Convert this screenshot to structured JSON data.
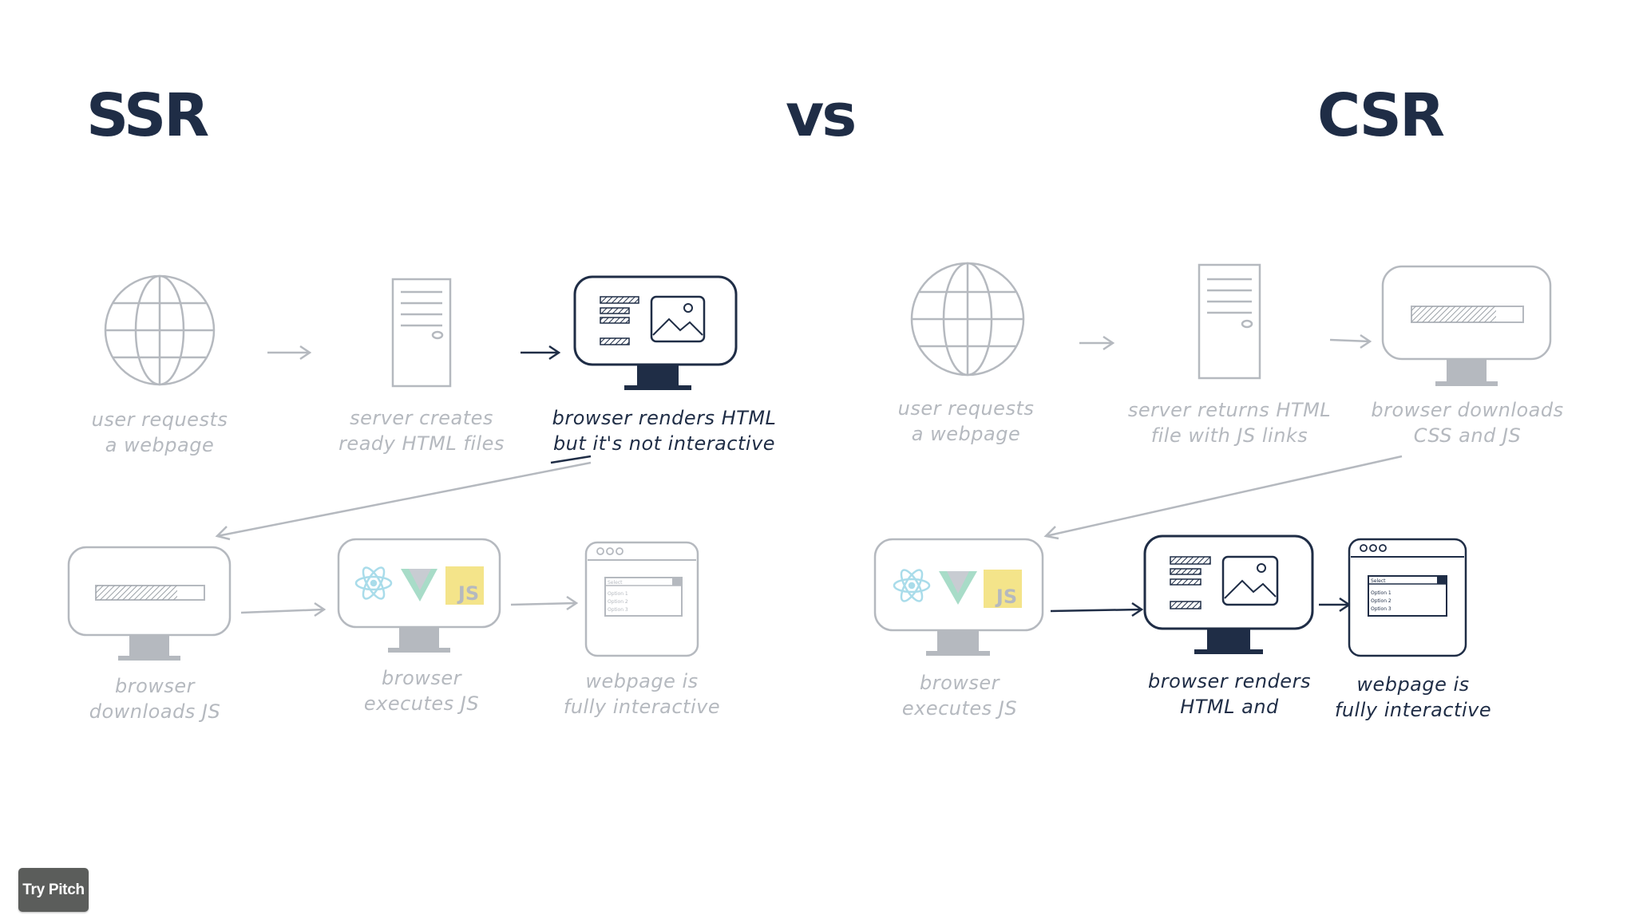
{
  "titles": {
    "ssr": "SSR",
    "vs": "vs",
    "csr": "CSR"
  },
  "ssr_steps": [
    {
      "line1": "user requests",
      "line2": "a webpage"
    },
    {
      "line1": "server creates",
      "line2": "ready HTML files"
    },
    {
      "line1": "browser renders HTML",
      "line2": "but it's not interactive"
    },
    {
      "line1": "browser",
      "line2": "downloads JS"
    },
    {
      "line1": "browser",
      "line2": "executes JS"
    },
    {
      "line1": "webpage is",
      "line2": "fully interactive"
    }
  ],
  "csr_steps": [
    {
      "line1": "user requests",
      "line2": "a webpage"
    },
    {
      "line1": "server returns HTML",
      "line2": "file with JS links"
    },
    {
      "line1": "browser downloads",
      "line2": "CSS and JS"
    },
    {
      "line1": "browser",
      "line2": "executes JS"
    },
    {
      "line1": "browser renders",
      "line2": "HTML and"
    },
    {
      "line1": "webpage is",
      "line2": "fully interactive"
    }
  ],
  "icons": {
    "js_text": "JS"
  },
  "select_widget": {
    "select_label": "Select",
    "options": [
      "Option 1",
      "Option 2",
      "Option 3"
    ]
  },
  "colors": {
    "dark": "#1f2d46",
    "faded": "#b5b9bf",
    "js_yellow": "#f4e48a",
    "vue_green": "#a8dcc8",
    "react_blue": "#a9dcea"
  },
  "try_pitch_label": "Try Pitch"
}
